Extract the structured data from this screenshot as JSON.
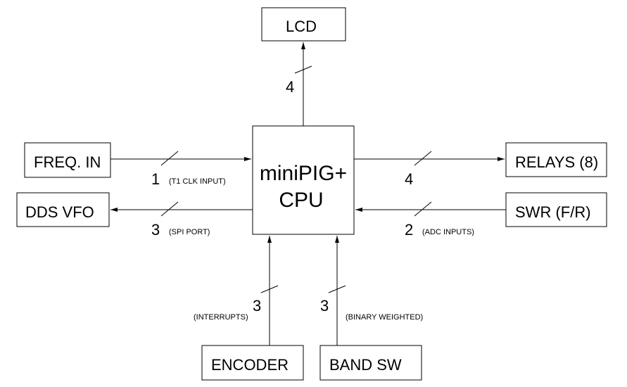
{
  "blocks": {
    "lcd": "LCD",
    "freq_in": "FREQ. IN",
    "dds_vfo": "DDS VFO",
    "relays": "RELAYS (8)",
    "swr": "SWR (F/R)",
    "encoder": "ENCODER",
    "band_sw": "BAND SW",
    "cpu_line1": "miniPIG+",
    "cpu_line2": "CPU"
  },
  "buses": {
    "lcd": {
      "width": "4",
      "note": ""
    },
    "freq_in": {
      "width": "1",
      "note": "(T1 CLK INPUT)"
    },
    "dds_vfo": {
      "width": "3",
      "note": "(SPI PORT)"
    },
    "relays": {
      "width": "4",
      "note": ""
    },
    "swr": {
      "width": "2",
      "note": "(ADC INPUTS)"
    },
    "encoder": {
      "width": "3",
      "note": "(INTERRUPTS)"
    },
    "band_sw": {
      "width": "3",
      "note": "(BINARY WEIGHTED)"
    }
  }
}
